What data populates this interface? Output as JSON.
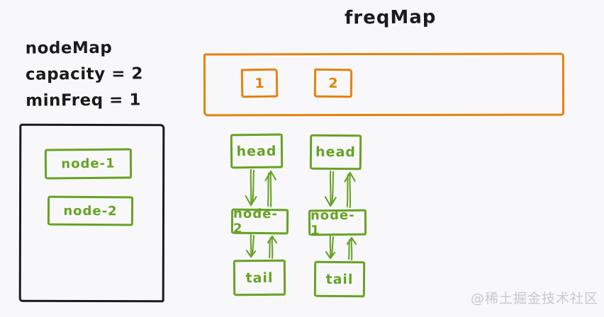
{
  "title": "freqMap",
  "info_panel": {
    "lines": [
      "nodeMap",
      "capacity = 2",
      "minFreq = 1"
    ]
  },
  "node_map": {
    "entries": [
      "node-1",
      "node-2"
    ]
  },
  "freq_map": {
    "keys": [
      "1",
      "2"
    ]
  },
  "freq_lists": [
    {
      "freq": "1",
      "nodes": [
        "head",
        "node-2",
        "tail"
      ]
    },
    {
      "freq": "2",
      "nodes": [
        "head",
        "node-1",
        "tail"
      ]
    }
  ],
  "watermark": "@稀土掘金技术社区",
  "colors": {
    "green": "#68a224",
    "orange": "#e5810c",
    "ink": "#1b1b1b",
    "watermark_gray": "#c9c9cb",
    "background": "#f8f8fa"
  }
}
